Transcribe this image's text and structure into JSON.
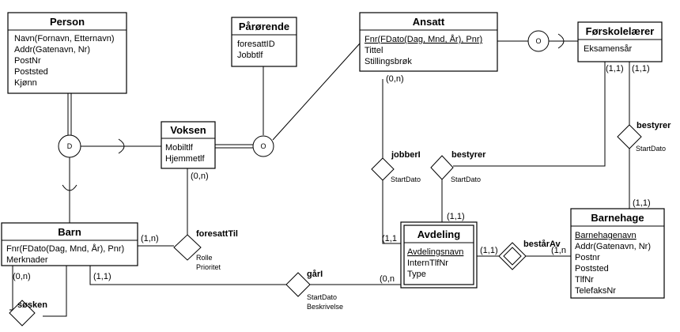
{
  "entities": {
    "person": {
      "title": "Person",
      "attrs": [
        "Navn(Fornavn, Etternavn)",
        "Addr(Gatenavn, Nr)",
        "PostNr",
        "Poststed",
        "Kjønn"
      ]
    },
    "parorende": {
      "title": "Pårørende",
      "attrs": [
        "foresattID",
        "Jobbtlf"
      ]
    },
    "ansatt": {
      "title": "Ansatt",
      "key": "Fnr(FDato(Dag, Mnd, År), Pnr)",
      "attrs": [
        "Tittel",
        "Stillingsbrøk"
      ]
    },
    "forskolelaerer": {
      "title": "Førskolelærer",
      "attrs": [
        "Eksamensår"
      ]
    },
    "voksen": {
      "title": "Voksen",
      "attrs": [
        "Mobiltlf",
        "Hjemmetlf"
      ]
    },
    "barn": {
      "title": "Barn",
      "attrs": [
        "Fnr(FDato(Dag, Mnd, År), Pnr)",
        "Merknader"
      ]
    },
    "avdeling": {
      "title": "Avdeling",
      "key": "Avdelingsnavn",
      "attrs": [
        "InternTlfNr",
        "Type"
      ]
    },
    "barnehage": {
      "title": "Barnehage",
      "key": "Barnehagenavn",
      "attrs": [
        "Addr(Gatenavn, Nr)",
        "Postnr",
        "Poststed",
        "TlfNr",
        "TelefaksNr"
      ]
    }
  },
  "relationships": {
    "jobberI": {
      "label": "jobberI",
      "attrs": [
        "StartDato"
      ]
    },
    "bestyrer_avd": {
      "label": "bestyrer",
      "attrs": [
        "StartDato"
      ]
    },
    "bestyrer_bh": {
      "label": "bestyrer",
      "attrs": [
        "StartDato"
      ]
    },
    "foresattTil": {
      "label": "foresattTil",
      "attrs": [
        "Rolle",
        "Prioritet"
      ]
    },
    "gaarI": {
      "label": "gårI",
      "attrs": [
        "StartDato",
        "Beskrivelse"
      ]
    },
    "bestaarAv": {
      "label": "bestårAv",
      "attrs": []
    },
    "sosken": {
      "label": "søsken",
      "attrs": []
    }
  },
  "specializations": {
    "person_d": "D",
    "voksen_o": "O",
    "ansatt_o": "O"
  },
  "cardinalities": {
    "ansatt_jobberI": "(0,n)",
    "forskole_left": "(1,1)",
    "forskole_right": "(1,1)",
    "barnehage_bestyrer": "(1,1)",
    "avdeling_bestyrer": "(1,1)",
    "avdeling_jobberI": "(1,1",
    "avdeling_bestaarAv": "(1,1)",
    "barnehage_bestaarAv": "(1,n",
    "voksen_foresattTil": "(0,n)",
    "barn_foresattTil": "(1,n)",
    "barn_sosken": "(0,n)",
    "barn_gaarI": "(1,1)",
    "avdeling_gaarI": "(0,n"
  }
}
